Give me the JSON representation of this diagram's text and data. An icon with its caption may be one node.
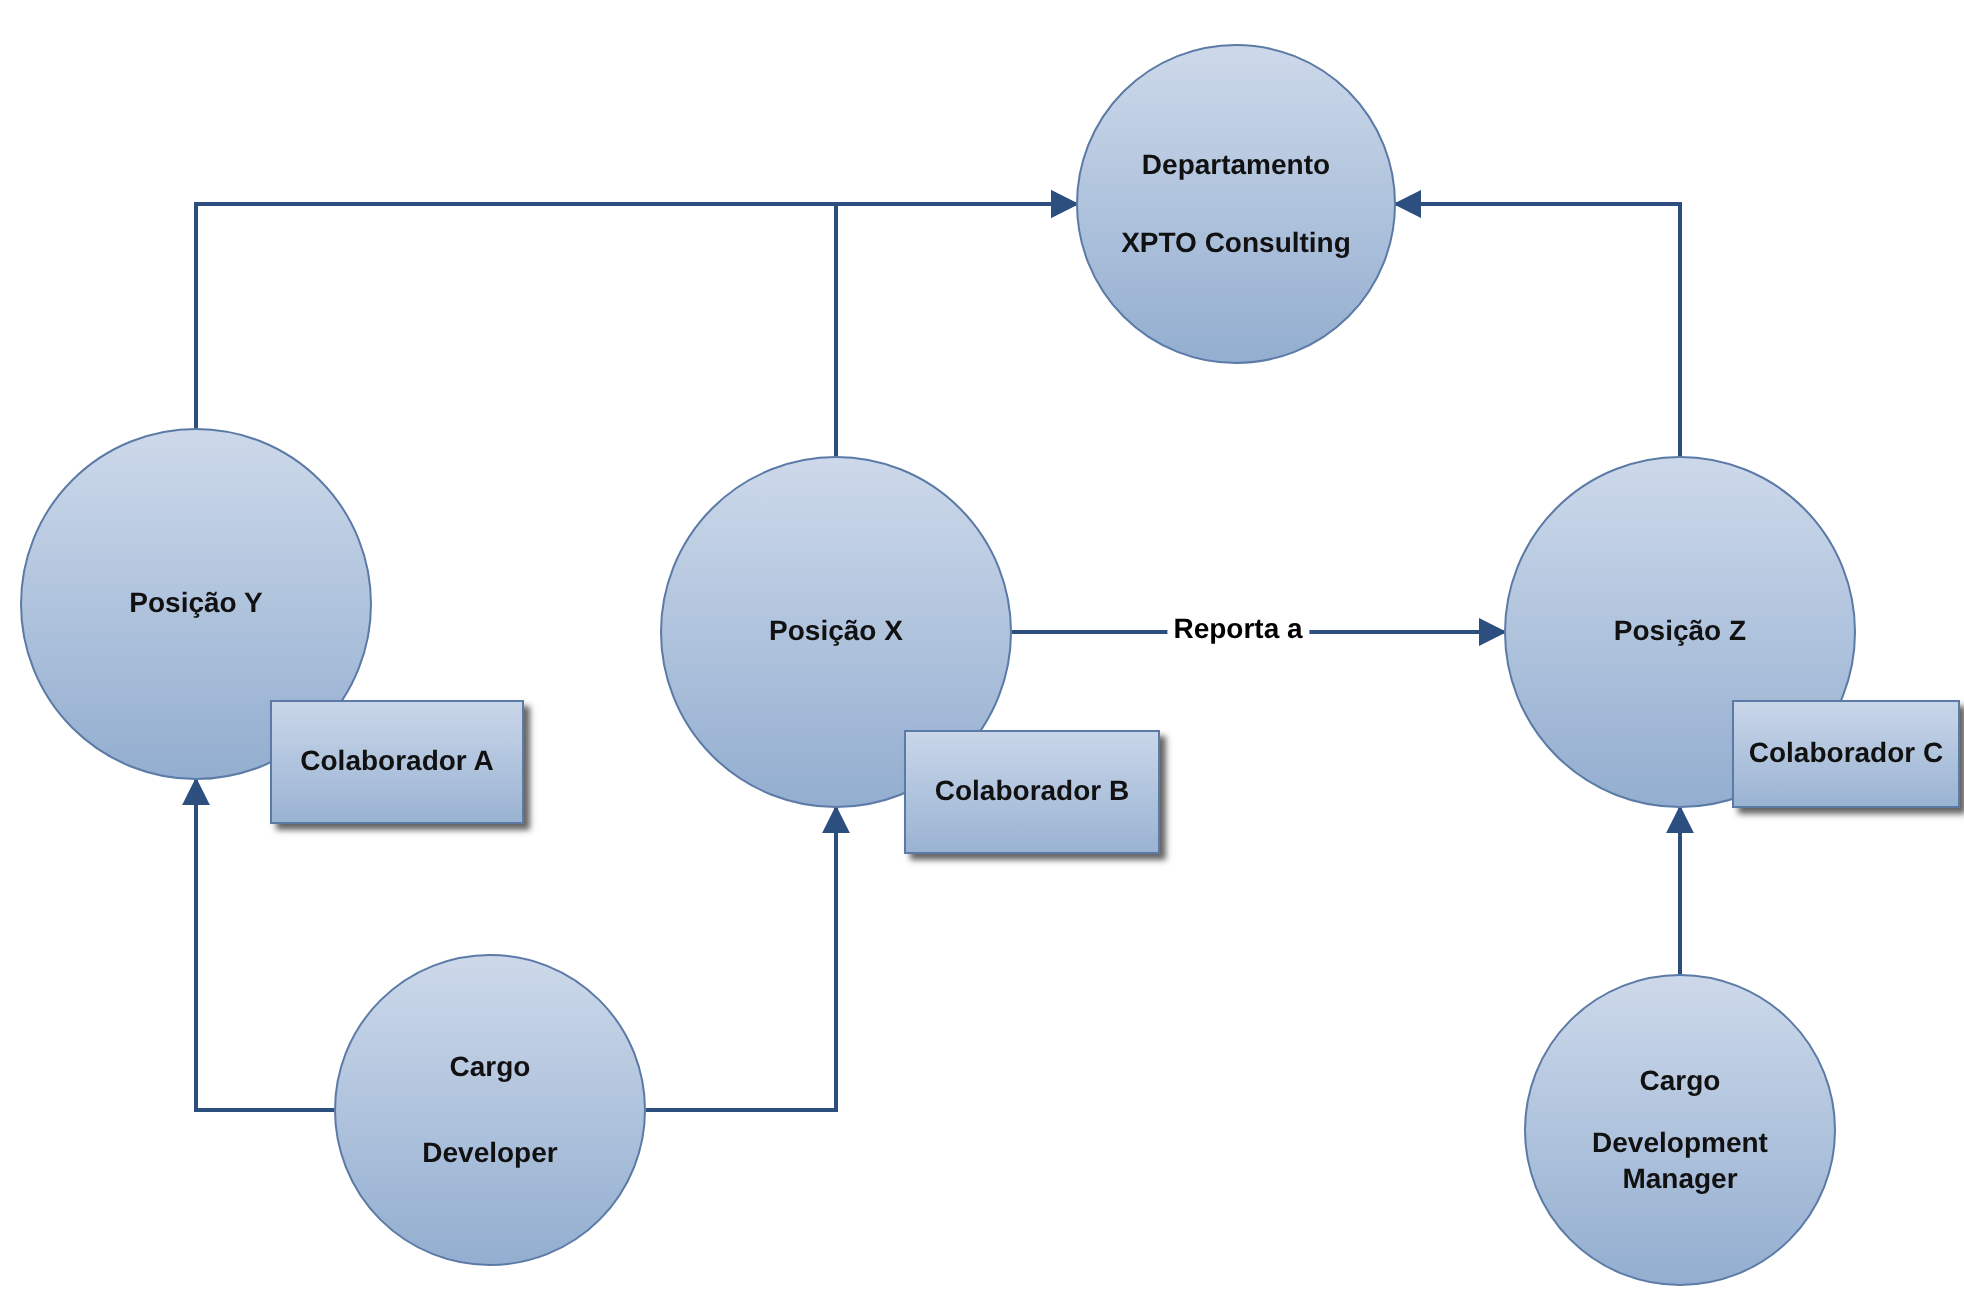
{
  "diagram": {
    "nodes": [
      {
        "text": [
          "Departamento",
          "XPTO Consulting"
        ]
      },
      {
        "text": [
          "Posição Y"
        ]
      },
      {
        "text": [
          "Colaborador A"
        ]
      },
      {
        "text": [
          "Posição X"
        ]
      },
      {
        "text": [
          "Colaborador B"
        ]
      },
      {
        "text": [
          "Posição Z"
        ]
      },
      {
        "text": [
          "Colaborador C"
        ]
      },
      {
        "text": [
          "Cargo",
          "Developer"
        ]
      },
      {
        "text": [
          "Cargo",
          "Development Manager"
        ]
      }
    ],
    "edges": [
      {
        "from": 1,
        "to": 0,
        "arrow": "to"
      },
      {
        "from": 3,
        "to": 0,
        "arrow": "to"
      },
      {
        "from": 3,
        "to": 5,
        "arrow": "to",
        "label": "Reporta a"
      },
      {
        "from": 5,
        "to": 0,
        "arrow": "to"
      },
      {
        "from": 7,
        "to": 1,
        "arrow": "to"
      },
      {
        "from": 7,
        "to": 3,
        "arrow": "to"
      },
      {
        "from": 8,
        "to": 5,
        "arrow": "to"
      }
    ]
  }
}
